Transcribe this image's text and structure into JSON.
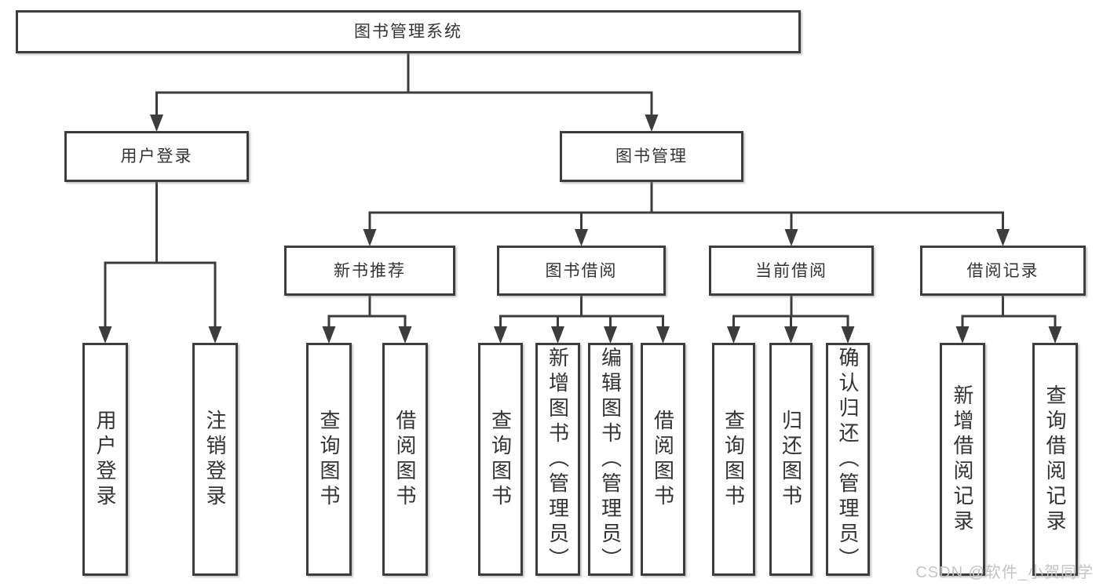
{
  "title": "图书管理系统",
  "watermark": "CSDN @软件_小贺同学",
  "colors": {
    "line": "#3d3d3d",
    "text": "#333333",
    "background": "#ffffff",
    "watermark": "#c4c4c4"
  },
  "tree": {
    "nodes": [
      {
        "id": "root",
        "label": "图书管理系统",
        "parent": null,
        "orientation": "horizontal"
      },
      {
        "id": "user-login",
        "label": "用户登录",
        "parent": "root",
        "orientation": "horizontal"
      },
      {
        "id": "book-mgmt",
        "label": "图书管理",
        "parent": "root",
        "orientation": "horizontal"
      },
      {
        "id": "new-book-rec",
        "label": "新书推荐",
        "parent": "book-mgmt",
        "orientation": "horizontal"
      },
      {
        "id": "book-borrow",
        "label": "图书借阅",
        "parent": "book-mgmt",
        "orientation": "horizontal"
      },
      {
        "id": "current-borrow",
        "label": "当前借阅",
        "parent": "book-mgmt",
        "orientation": "horizontal"
      },
      {
        "id": "borrow-records",
        "label": "借阅记录",
        "parent": "book-mgmt",
        "orientation": "horizontal"
      },
      {
        "id": "user-login-leaf",
        "label": "用户登录",
        "parent": "user-login",
        "orientation": "vertical"
      },
      {
        "id": "logout-leaf",
        "label": "注销登录",
        "parent": "user-login",
        "orientation": "vertical"
      },
      {
        "id": "query-books-rec",
        "label": "查询图书",
        "parent": "new-book-rec",
        "orientation": "vertical"
      },
      {
        "id": "borrow-books-rec",
        "label": "借阅图书",
        "parent": "new-book-rec",
        "orientation": "vertical"
      },
      {
        "id": "query-books-borrow",
        "label": "查询图书",
        "parent": "book-borrow",
        "orientation": "vertical"
      },
      {
        "id": "add-books-admin",
        "label": "新增图书（管理员）",
        "parent": "book-borrow",
        "orientation": "vertical"
      },
      {
        "id": "edit-books-admin",
        "label": "编辑图书（管理员）",
        "parent": "book-borrow",
        "orientation": "vertical"
      },
      {
        "id": "borrow-books-borrow",
        "label": "借阅图书",
        "parent": "book-borrow",
        "orientation": "vertical"
      },
      {
        "id": "query-books-current",
        "label": "查询图书",
        "parent": "current-borrow",
        "orientation": "vertical"
      },
      {
        "id": "return-books",
        "label": "归还图书",
        "parent": "current-borrow",
        "orientation": "vertical"
      },
      {
        "id": "confirm-return-admin",
        "label": "确认归还（管理员）",
        "parent": "current-borrow",
        "orientation": "vertical"
      },
      {
        "id": "add-borrow-record",
        "label": "新增借阅记录",
        "parent": "borrow-records",
        "orientation": "vertical"
      },
      {
        "id": "query-borrow-record",
        "label": "查询借阅记录",
        "parent": "borrow-records",
        "orientation": "vertical"
      }
    ]
  }
}
